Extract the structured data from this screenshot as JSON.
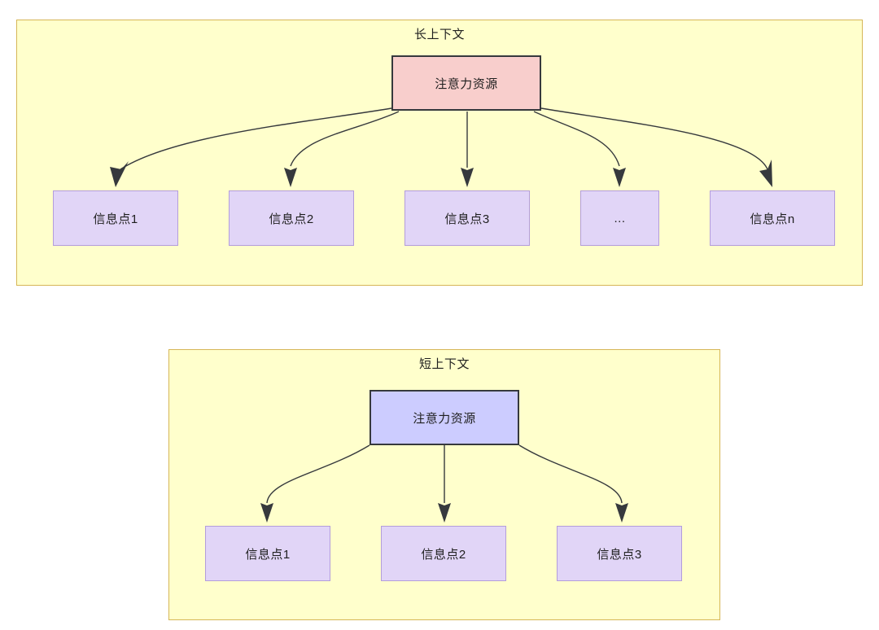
{
  "diagram": {
    "title_semantic": "attention-resource-long-vs-short-context",
    "colors": {
      "group_fill": "#ffffcc",
      "group_border": "#d6b656",
      "attention_long_fill": "#f8cecc",
      "attention_short_fill": "#ccccff",
      "attention_border": "#36393d",
      "info_fill": "#e1d5f7",
      "info_border": "#b39ddb",
      "edge_stroke": "#36393d",
      "text": "#1f1f1f",
      "page_background": "#ffffff"
    }
  },
  "groups": [
    {
      "id": "long",
      "title": "长上下文",
      "root": {
        "label": "注意力资源"
      },
      "children": [
        {
          "label": "信息点1"
        },
        {
          "label": "信息点2"
        },
        {
          "label": "信息点3"
        },
        {
          "label": "..."
        },
        {
          "label": "信息点n"
        }
      ]
    },
    {
      "id": "short",
      "title": "短上下文",
      "root": {
        "label": "注意力资源"
      },
      "children": [
        {
          "label": "信息点1"
        },
        {
          "label": "信息点2"
        },
        {
          "label": "信息点3"
        }
      ]
    }
  ]
}
